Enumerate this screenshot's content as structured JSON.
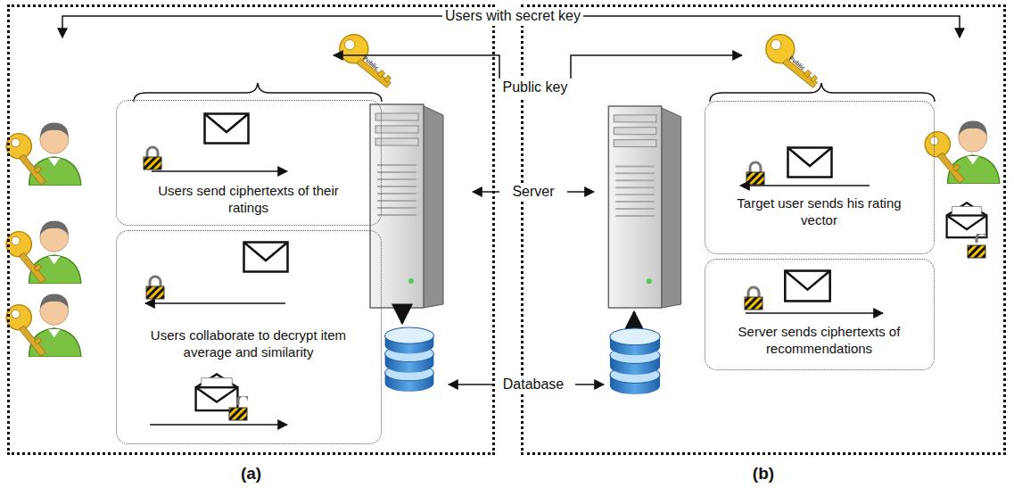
{
  "diagram": {
    "nodes": [
      {
        "text": [
          "(a)"
        ]
      },
      {
        "text": [
          "Users send ciphertexts of their ratings"
        ],
        "in": 0
      },
      {
        "text": [
          "Users collaborate to decrypt item average and similarity"
        ],
        "in": 0
      },
      {
        "text": [
          "(b)"
        ]
      },
      {
        "text": [
          "Target user sends his rating vector"
        ],
        "in": 3
      },
      {
        "text": [
          "Server sends ciphertexts of recommendations"
        ],
        "in": 3
      }
    ],
    "labels": [
      "Users with secret key",
      "Public key",
      "Server",
      "Database",
      "Public",
      "Public"
    ]
  }
}
